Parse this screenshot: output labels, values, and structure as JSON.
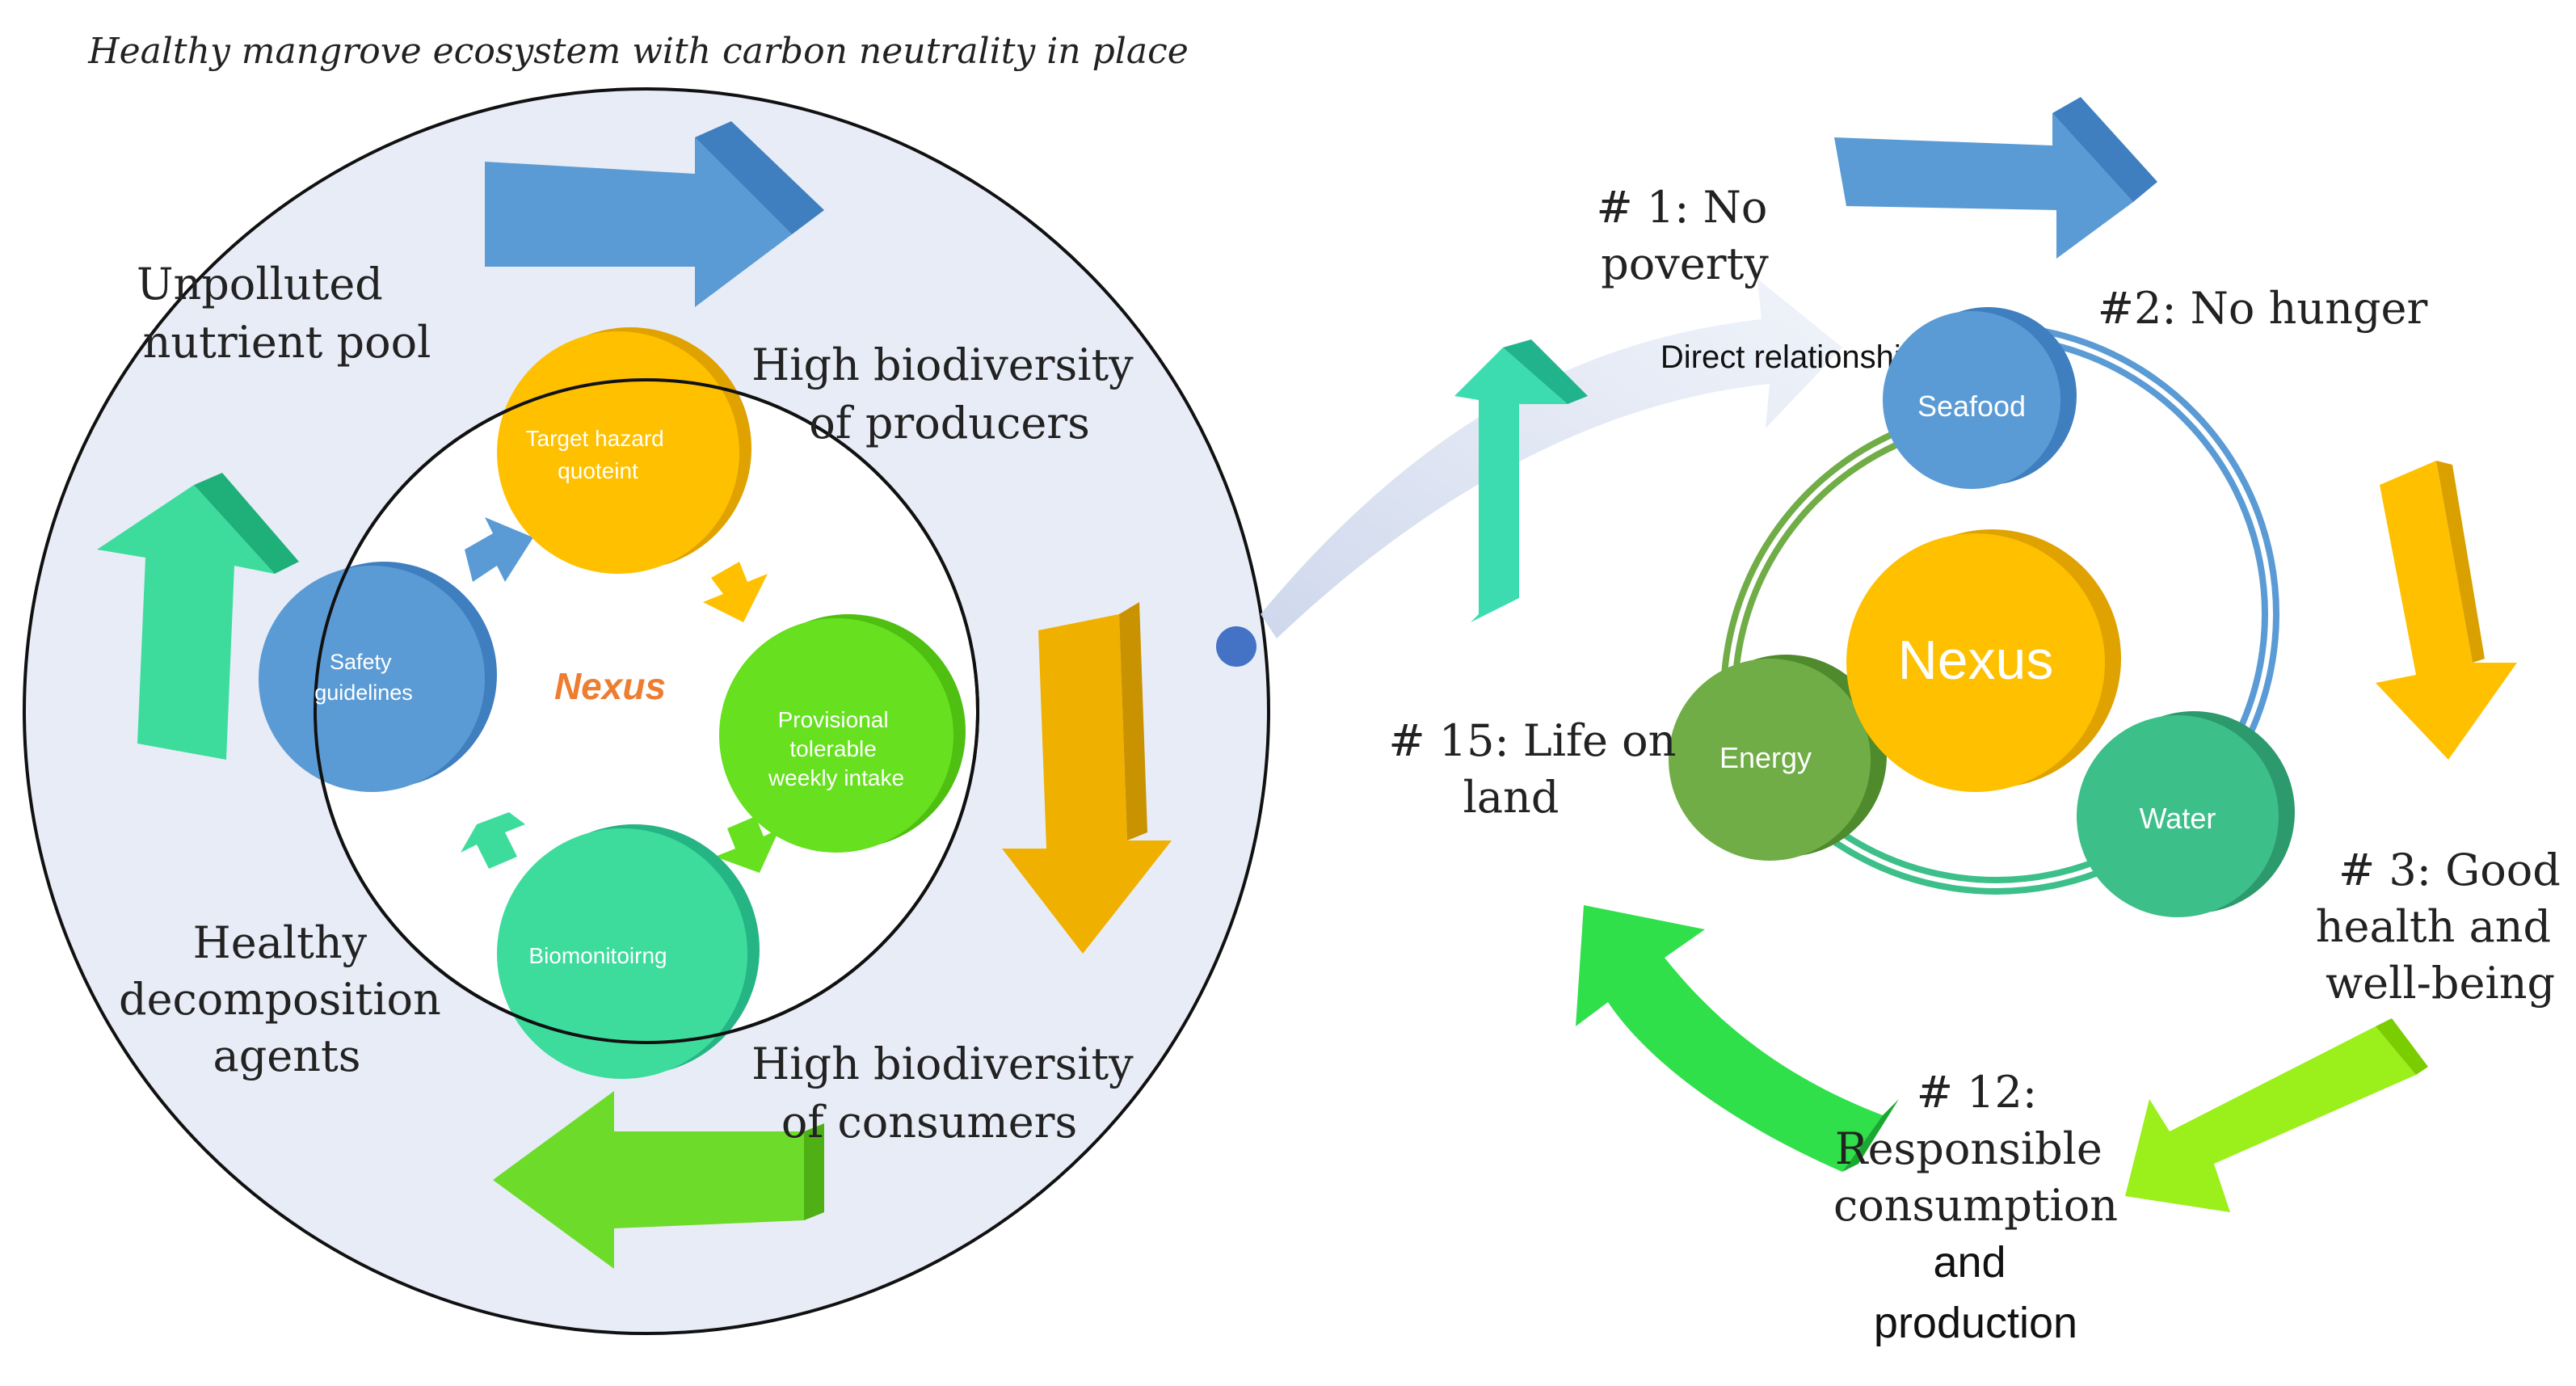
{
  "left": {
    "title": "Healthy mangrove ecosystem with carbon neutrality in place",
    "quadrants": {
      "top_left": [
        "Unpolluted",
        "nutrient pool"
      ],
      "top_right": [
        "High biodiversity",
        "of producers"
      ],
      "bottom_left": [
        "Healthy",
        "decomposition",
        "agents"
      ],
      "bottom_right": [
        "High biodiversity",
        "of consumers"
      ]
    },
    "center": "Nexus",
    "nodes": {
      "target": [
        "Target hazard",
        "quoteint"
      ],
      "safety": [
        "Safety",
        "guidelines"
      ],
      "ptwi": [
        "Provisional",
        "tolerable",
        "weekly intake"
      ],
      "bio": "Biomonitoirng"
    }
  },
  "connector": {
    "label": "Direct relationship"
  },
  "right": {
    "goals": {
      "g1": [
        "# 1: No",
        "poverty"
      ],
      "g2": "#2: No hunger",
      "g3": [
        "# 3: Good",
        "health and",
        "well-being"
      ],
      "g12": [
        "# 12:",
        "Responsible",
        "consumption",
        "and",
        "production"
      ],
      "g15": [
        "# 15: Life on",
        "land"
      ]
    },
    "center": "Nexus",
    "nodes": {
      "seafood": "Seafood",
      "energy": "Energy",
      "water": "Water"
    }
  },
  "colors": {
    "blue": "#5b9bd5",
    "yellow": "#ffc000",
    "green": "#66e01f",
    "teal": "#3ddc9d",
    "orange": "#ed7d31",
    "background": "#e8ecf6"
  }
}
